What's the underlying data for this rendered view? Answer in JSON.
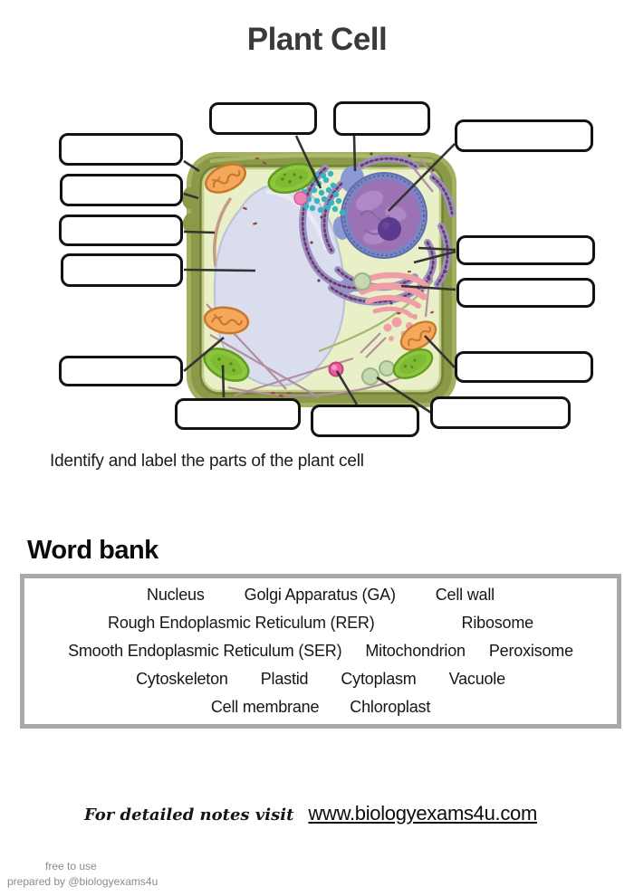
{
  "page": {
    "title": "Plant Cell",
    "instruction": "Identify and label the parts of the plant cell"
  },
  "diagram": {
    "label_slots": 14,
    "colors": {
      "cell_wall": "#8b9a48",
      "cytoplasm": "#e9efc6",
      "vacuole": "#dadded",
      "nucleus": "#9b73b4",
      "nucleolus": "#5c3a8e",
      "endoplasmic_reticulum": "#9a90c8",
      "ribosome_dots": "#38b3c4",
      "golgi": "#ef9da6",
      "mitochondrion": "#f4a85c",
      "chloroplast": "#8cc63d",
      "leader_line": "#333333"
    }
  },
  "word_bank": {
    "heading": "Word bank",
    "rows": [
      [
        "Nucleus",
        "Golgi Apparatus (GA)",
        "Cell wall"
      ],
      [
        "Rough Endoplasmic Reticulum (RER)",
        "Ribosome"
      ],
      [
        "Smooth Endoplasmic Reticulum (SER)",
        "Mitochondrion",
        "Peroxisome"
      ],
      [
        "Cytoskeleton",
        "Plastid",
        "Cytoplasm",
        "Vacuole"
      ],
      [
        "Cell membrane",
        "Chloroplast"
      ]
    ]
  },
  "footer": {
    "note_prefix": "For detailed notes visit",
    "link": "www.biologyexams4u.com",
    "license": "free to use",
    "credit": "prepared by @biologyexams4u"
  }
}
